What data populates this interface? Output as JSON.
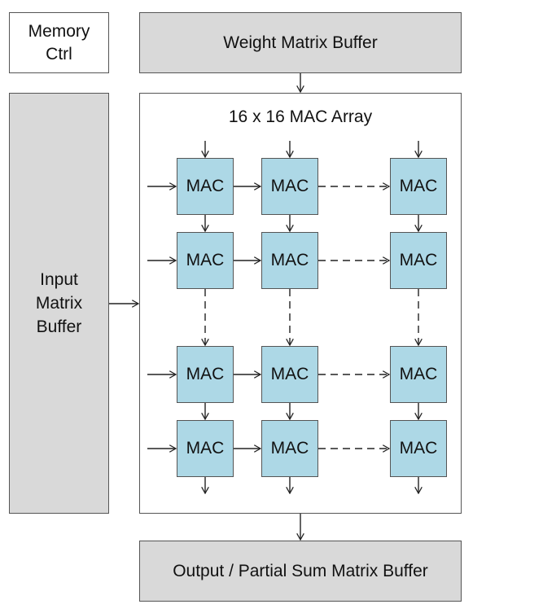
{
  "memory_ctrl": {
    "line1": "Memory",
    "line2": "Ctrl"
  },
  "weight_buffer": "Weight Matrix Buffer",
  "input_buffer": {
    "line1": "Input",
    "line2": "Matrix",
    "line3": "Buffer"
  },
  "mac_array": {
    "title": "16 x 16 MAC Array",
    "cell_label": "MAC",
    "cells": [
      {
        "label": "MAC"
      },
      {
        "label": "MAC"
      },
      {
        "label": "MAC"
      },
      {
        "label": "MAC"
      },
      {
        "label": "MAC"
      },
      {
        "label": "MAC"
      },
      {
        "label": "MAC"
      },
      {
        "label": "MAC"
      },
      {
        "label": "MAC"
      },
      {
        "label": "MAC"
      },
      {
        "label": "MAC"
      },
      {
        "label": "MAC"
      }
    ]
  },
  "output_buffer": "Output / Partial Sum Matrix Buffer",
  "colors": {
    "buffer_fill": "#d9d9d9",
    "mac_fill": "#add8e6",
    "stroke": "#555555",
    "arrow": "#222222"
  }
}
